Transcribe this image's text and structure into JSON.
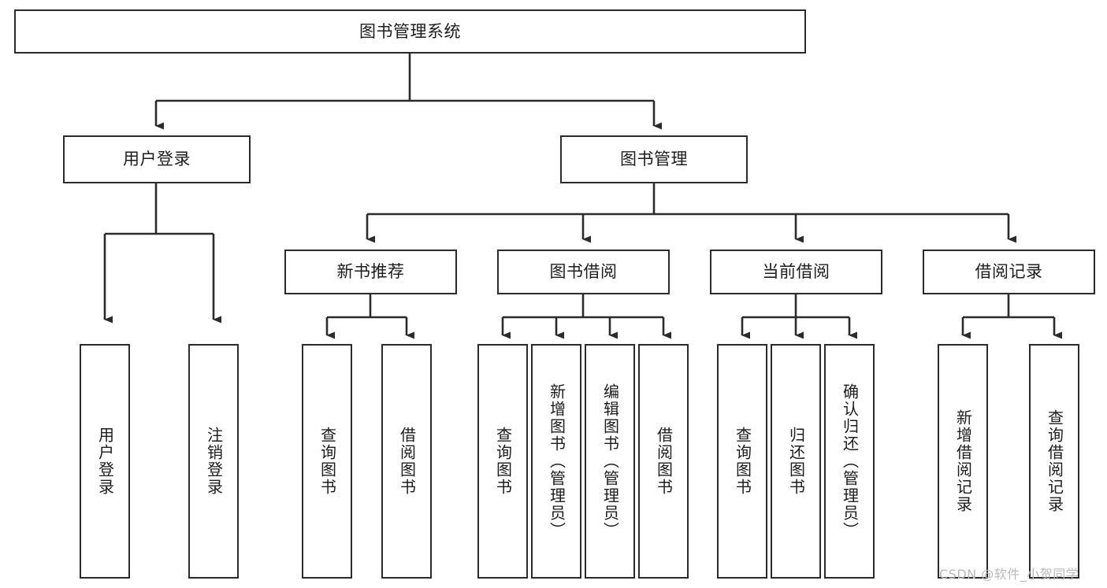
{
  "diagram": {
    "title": "图书管理系统",
    "type": "tree-hierarchy-diagram",
    "colors": {
      "background": "#ffffff",
      "box_stroke": "#2b2b2b",
      "box_fill": "#ffffff",
      "connector": "#2b2b2b",
      "text": "#1c1c1c",
      "watermark": "#b9b9b9"
    },
    "root": {
      "label": "图书管理系统"
    },
    "level2": [
      {
        "label": "用户登录"
      },
      {
        "label": "图书管理"
      }
    ],
    "level3": [
      {
        "label": "新书推荐"
      },
      {
        "label": "图书借阅"
      },
      {
        "label": "当前借阅"
      },
      {
        "label": "借阅记录"
      }
    ],
    "leaves": {
      "user_login": [
        {
          "label": "用户登录"
        },
        {
          "label": "注销登录"
        }
      ],
      "new_book_recommend": [
        {
          "label": "查询图书"
        },
        {
          "label": "借阅图书"
        }
      ],
      "book_borrow": [
        {
          "label": "查询图书"
        },
        {
          "label": "新增图书（管理员）"
        },
        {
          "label": "编辑图书（管理员）"
        },
        {
          "label": "借阅图书"
        }
      ],
      "current_borrow": [
        {
          "label": "查询图书"
        },
        {
          "label": "归还图书"
        },
        {
          "label": "确认归还（管理员）"
        }
      ],
      "borrow_record": [
        {
          "label": "新增借阅记录"
        },
        {
          "label": "查询借阅记录"
        }
      ]
    },
    "watermark": "CSDN @软件_小贺同学"
  }
}
